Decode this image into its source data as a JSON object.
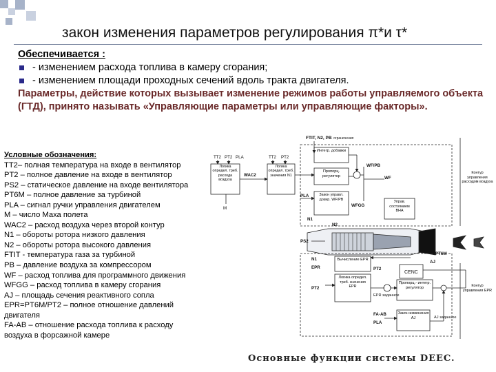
{
  "title": "закон изменения параметров регулирования π*и τ*",
  "intro": {
    "heading": "Обеспечивается :",
    "bullets": [
      "- изменением расхода топлива в камеру сгорания;",
      "- изменением площади проходных сечений вдоль тракта двигателя."
    ],
    "bold_text": "Параметры, действие которых вызывает изменение режимов работы управляемого объекта (ГТД), принято называть «Управляющие параметры или управляющие факторы»."
  },
  "legend": {
    "heading": "Условные обозначения:",
    "items": [
      "TT2– полная температура на входе в вентилятор",
      "PT2 – полное давление на входе в вентилятор",
      "PS2 – статическое давление на входе вентилятора",
      "PT6M – полное давление за турбиной",
      "PLA – сигнал ручки управления двигателем",
      "M – число Маха полета",
      "WAC2 – расход воздуха через второй контур",
      "N1 – обороты ротора низкого давления",
      "N2 – обороты ротора высокого давления",
      "FTIT - температура газа за турбиной",
      "PB – давление воздуха за компрессором",
      "WF – расход топлива для программного движения",
      "WFGG – расход топлива в камеру сгорания",
      "AJ – площадь сечения реактивного сопла",
      "EPR=PT6M/PT2 – полное отношение давлений двигателя",
      "FA-AB – отношение расхода топлива к расходу воздуха в форсажной камере"
    ]
  },
  "diagram": {
    "top_label": "FTIT, N2, PB",
    "top_label_small": "ограничения",
    "inputs_top": [
      "TT2",
      "PT2",
      "PLA",
      "TT2",
      "PT2"
    ],
    "blocks": {
      "logic_left": "Логика определ. треб. расхода воздуха",
      "logic_mid": "Логика определ. треб. значения N1",
      "integrator": "Интегр. добавки",
      "prop_reg": "Пропорц. регулятор",
      "fuel_dose": "Закон управл. дозир. WF/PB",
      "manage": "Управ. состоянием ВНА",
      "calc_epr": "Вычисление EPR",
      "logic_epr": "Логика определ. треб. значения EPR",
      "cenc": "CENC",
      "prop_int": "Пропорц.- интегр. регулятор",
      "afterburner": "Закон изменения AJ"
    },
    "signal_labels": [
      "WAC2",
      "M",
      "WF/PB",
      "WF",
      "PLA",
      "WFGG",
      "N1",
      "N2",
      "PS2",
      "PT6M",
      "N1",
      "PT2",
      "EPR",
      "PT2",
      "AJ",
      "FA-AB",
      "PLA",
      "AJ заданное",
      "EPR заданное"
    ],
    "side_labels": {
      "upper": "Контур управления расходом воздуха",
      "lower": "Контур управления EPR"
    }
  },
  "caption": "Основные функции системы DEEC."
}
